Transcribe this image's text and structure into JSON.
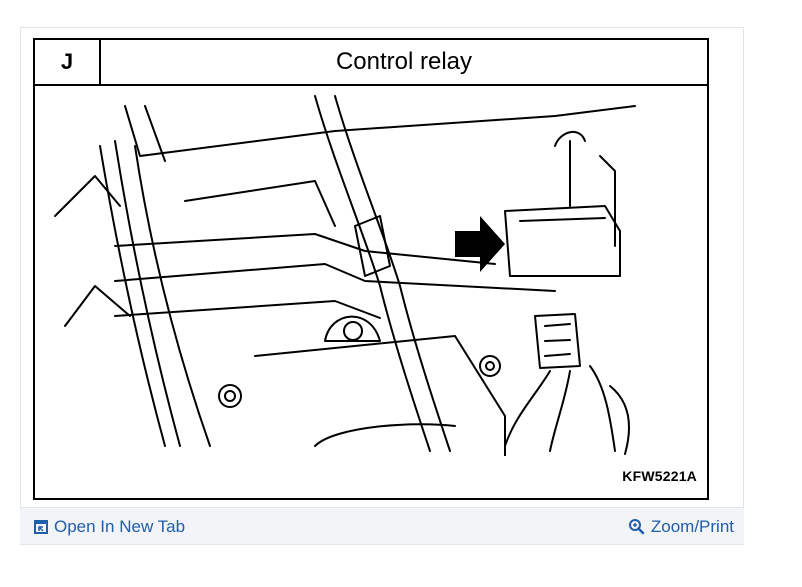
{
  "figure": {
    "section_letter": "J",
    "title": "Control relay",
    "code": "KFW5221A"
  },
  "footer": {
    "open_tab_label": "Open In New Tab",
    "open_tab_icon": "open-in-new-tab-icon",
    "zoom_label": "Zoom/Print",
    "zoom_icon": "magnifier-icon",
    "link_color": "#1f5ea8"
  }
}
